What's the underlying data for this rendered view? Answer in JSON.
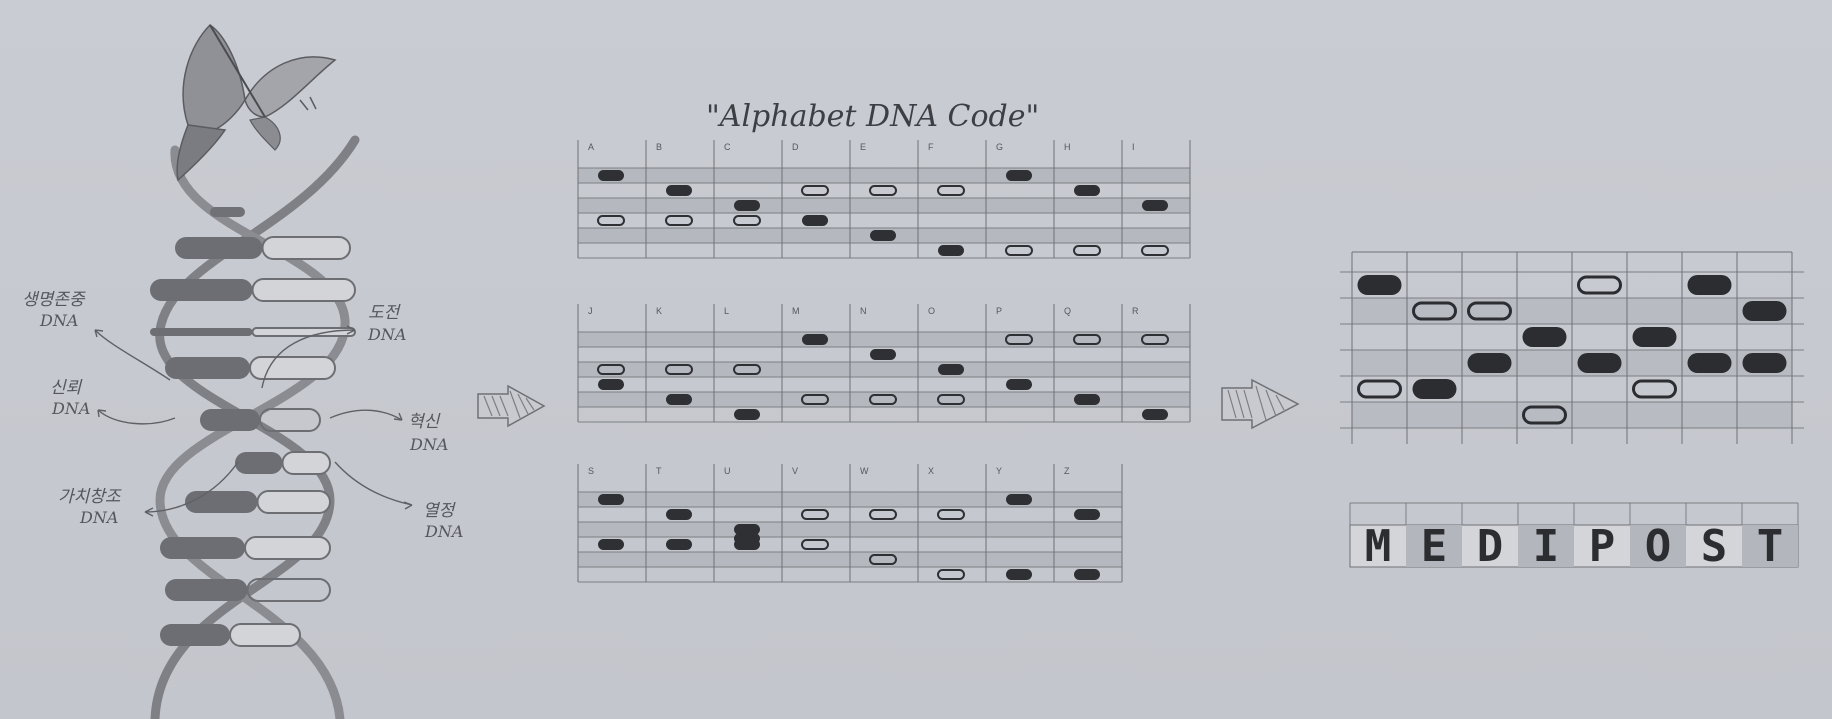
{
  "title": "\"Alphabet DNA Code\"",
  "dna_labels": [
    {
      "line1": "생명존중",
      "line2": "DNA"
    },
    {
      "line1": "도전",
      "line2": "DNA"
    },
    {
      "line1": "신뢰",
      "line2": "DNA"
    },
    {
      "line1": "혁신",
      "line2": "DNA"
    },
    {
      "line1": "가치창조",
      "line2": "DNA"
    },
    {
      "line1": "열정",
      "line2": "DNA"
    }
  ],
  "alphabet_rows": [
    [
      "A",
      "B",
      "C",
      "D",
      "E",
      "F",
      "G",
      "H",
      "I"
    ],
    [
      "J",
      "K",
      "L",
      "M",
      "N",
      "O",
      "P",
      "Q",
      "R"
    ],
    [
      "S",
      "T",
      "U",
      "V",
      "W",
      "X",
      "Y",
      "Z"
    ]
  ],
  "brand": {
    "letters": [
      "M",
      "E",
      "D",
      "I",
      "P",
      "O",
      "S",
      "T"
    ]
  },
  "colors": {
    "background": "#c6c9cf",
    "ink": "#2c2d31",
    "grid_line": "#6f7176",
    "band": "#b3b6bc"
  },
  "icons": [
    "butterfly-icon",
    "arrow-right-icon"
  ]
}
